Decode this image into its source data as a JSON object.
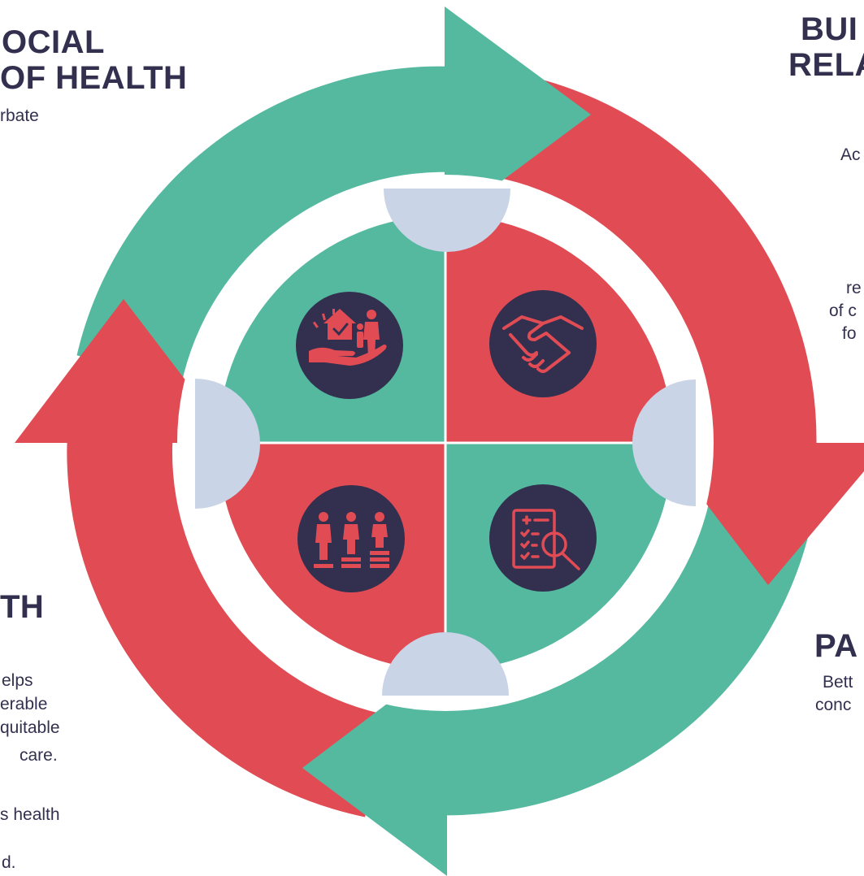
{
  "colors": {
    "teal": "#55b9a0",
    "red": "#e14b54",
    "navy": "#33304f",
    "light_blue": "#c9d4e6",
    "white": "#ffffff"
  },
  "top_left": {
    "heading_line1": "OCIAL",
    "heading_line2": "OF HEALTH",
    "text_line1": "rbate"
  },
  "top_right": {
    "heading_line1": "BUI",
    "heading_line2": "RELA",
    "text_lines": [
      "Ac",
      "re",
      "of c",
      "fo"
    ]
  },
  "bottom_left": {
    "heading": "TH",
    "text_lines": [
      "elps",
      "erable",
      "quitable",
      "care.",
      "s health",
      "d."
    ]
  },
  "bottom_right": {
    "heading": "PA",
    "text_lines": [
      "Bett",
      "conc"
    ]
  },
  "quadrant_icons": [
    "house-family-hand-icon",
    "handshake-icon",
    "people-equity-steps-icon",
    "medical-report-search-icon"
  ]
}
